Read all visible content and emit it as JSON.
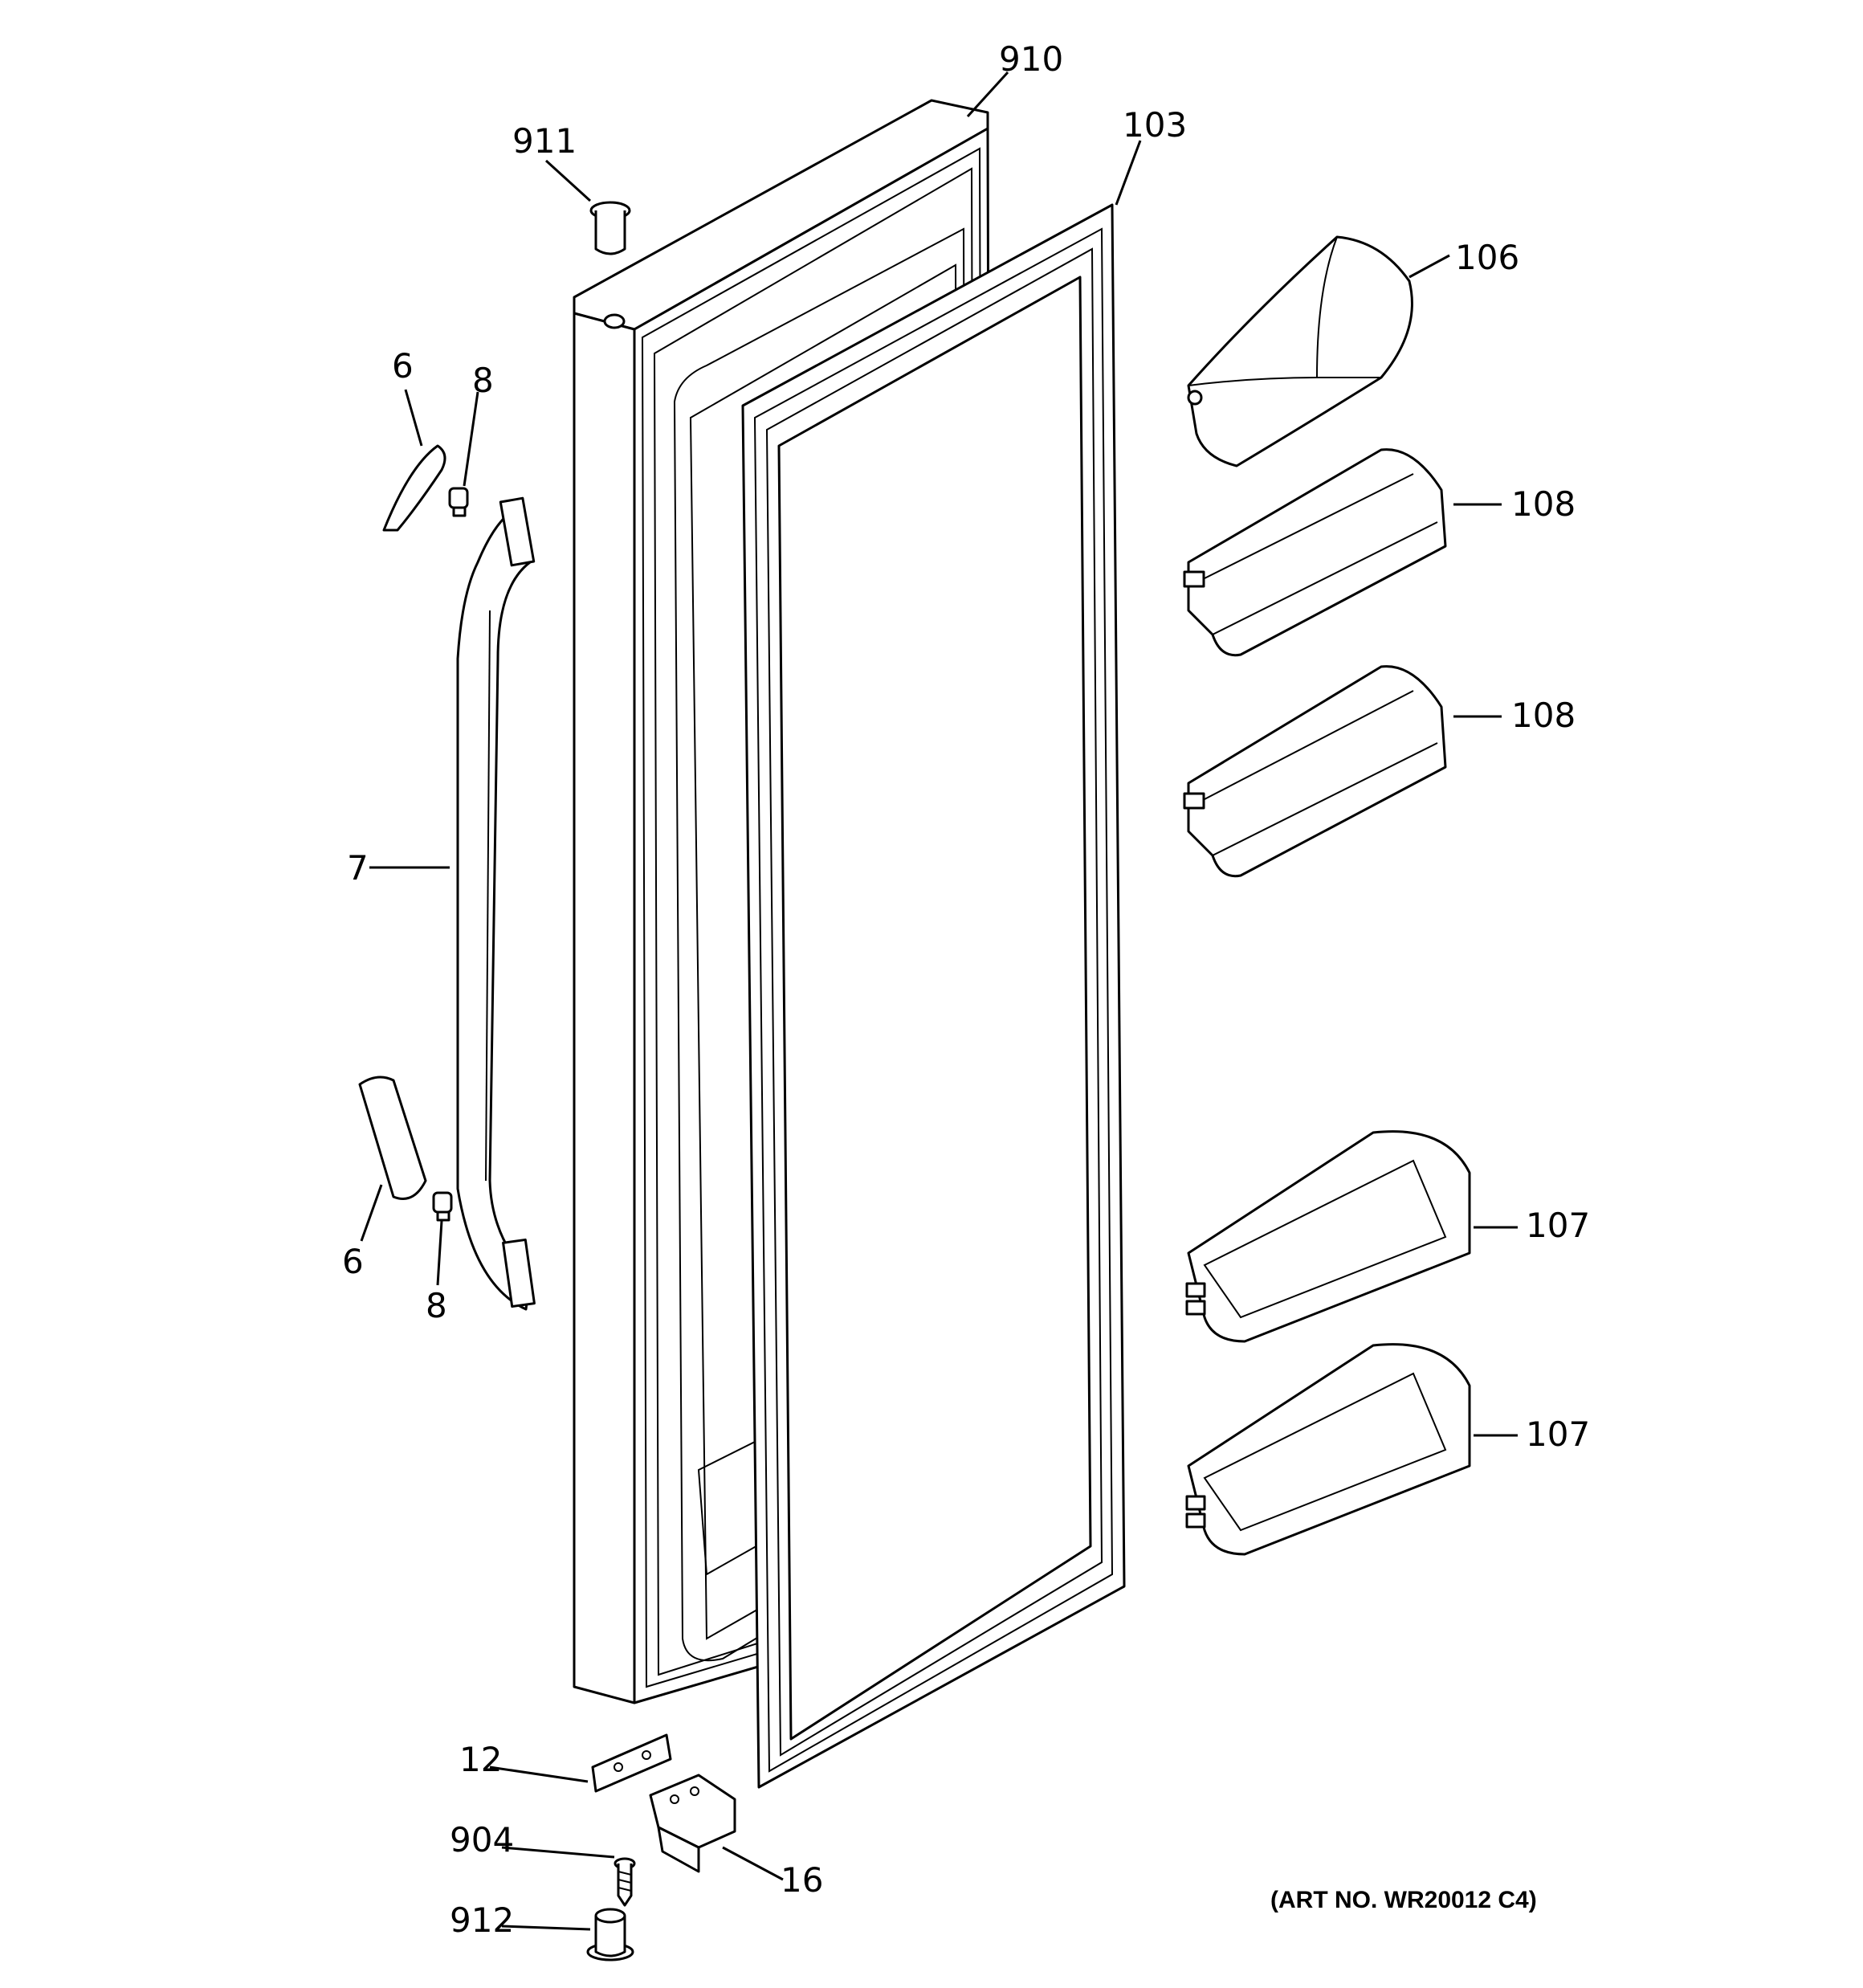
{
  "callouts": {
    "c910": "910",
    "c911": "911",
    "c103": "103",
    "c106": "106",
    "c108a": "108",
    "c108b": "108",
    "c6a": "6",
    "c8a": "8",
    "c7": "7",
    "c6b": "6",
    "c8b": "8",
    "c107a": "107",
    "c107b": "107",
    "c12": "12",
    "c904": "904",
    "c16": "16",
    "c912": "912"
  },
  "art_number": "(ART NO. WR20012 C4)"
}
